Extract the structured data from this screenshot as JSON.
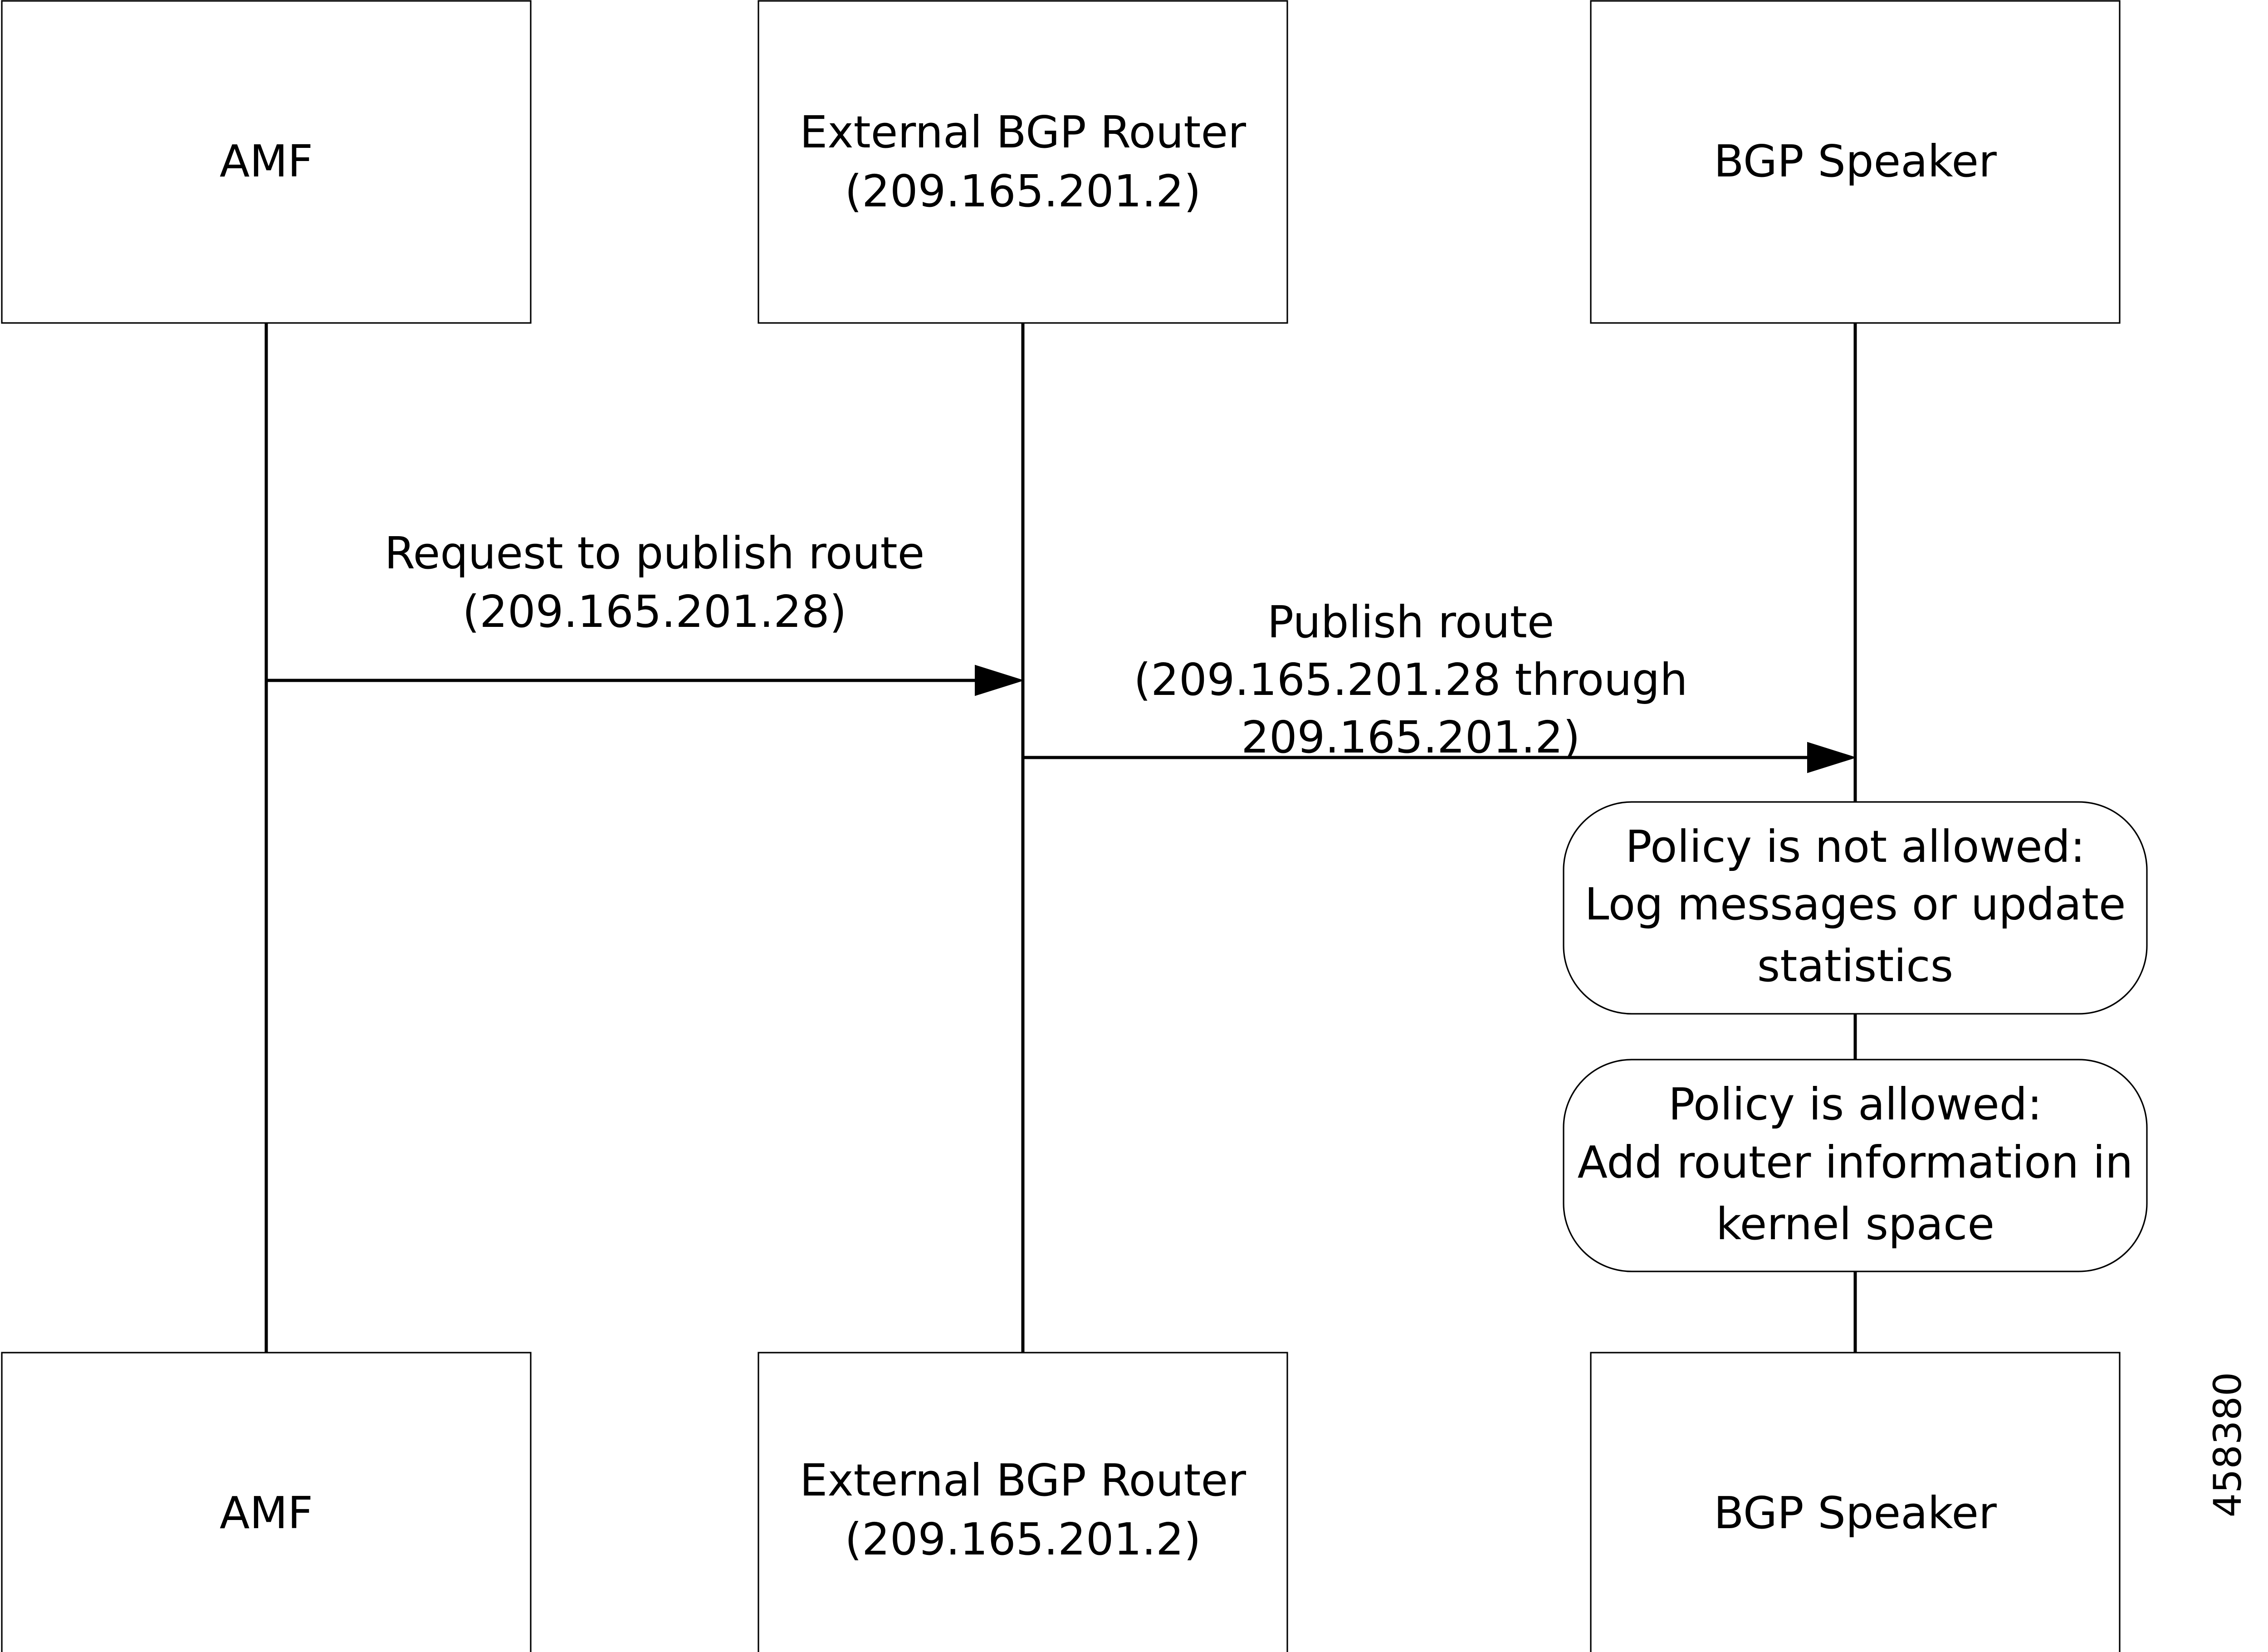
{
  "participants": [
    {
      "id": "amf",
      "name": "AMF",
      "address": ""
    },
    {
      "id": "router",
      "name": "External BGP Router",
      "address": "(209.165.201.2)"
    },
    {
      "id": "speaker",
      "name": "BGP Speaker",
      "address": ""
    }
  ],
  "messages": [
    {
      "from": "amf",
      "to": "router",
      "lines": [
        "Request to publish route",
        "(209.165.201.28)"
      ]
    },
    {
      "from": "router",
      "to": "speaker",
      "lines": [
        "Publish route",
        "(209.165.201.28 through",
        "209.165.201.2)"
      ]
    }
  ],
  "notes": [
    {
      "on": "speaker",
      "lines": [
        "Policy is not allowed:",
        "Log messages or update",
        "statistics"
      ]
    },
    {
      "on": "speaker",
      "lines": [
        "Policy is allowed:",
        "Add router information in",
        "kernel space"
      ]
    }
  ],
  "figure_id": "458380",
  "colors": {
    "stroke": "#000000",
    "background": "#ffffff"
  }
}
